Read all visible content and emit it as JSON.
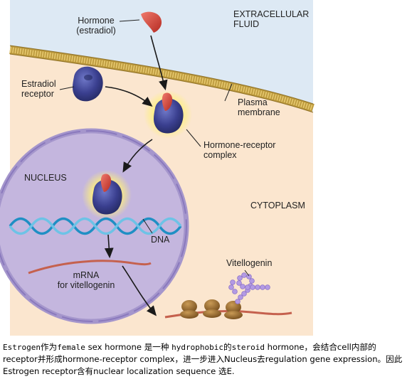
{
  "labels": {
    "hormone_line1": "Hormone",
    "hormone_line2": "(estradiol)",
    "extracellular_line1": "EXTRACELLULAR",
    "extracellular_line2": "FLUID",
    "estradiol_receptor_line1": "Estradiol",
    "estradiol_receptor_line2": "receptor",
    "plasma_membrane_line1": "Plasma",
    "plasma_membrane_line2": "membrane",
    "complex_line1": "Hormone-receptor",
    "complex_line2": "complex",
    "nucleus": "NUCLEUS",
    "cytoplasm": "CYTOPLASM",
    "dna": "DNA",
    "vitellogenin": "Vitellogenin",
    "mrna_line1": "mRNA",
    "mrna_line2": "for vitellogenin"
  },
  "caption": {
    "p1": "Estrogen",
    "p2": "作为",
    "p3": "female",
    "p4": " sex hormone 是一种 ",
    "p5": "hydrophobic",
    "p6": "的",
    "p7": "steroid",
    "p8": " hormone，会结合cell内部的receptor并形成hormone-receptor complex，进一步进入Nucleus去regulation gene expression。因此Estrogen receptor含有nuclear localization sequence 选E."
  },
  "colors": {
    "extracellular": "#dde9f4",
    "cytoplasm": "#fbe6cf",
    "membrane": "#c9a94a",
    "nucleus_fill": "#c4b6de",
    "nucleus_border": "#9c8cc8",
    "receptor": "#3a3f8f",
    "hormone": "#d8463b",
    "glow": "#fff47a",
    "dna": "#2b9ccd",
    "mrna": "#c5614e",
    "ribosome": "#8e6528",
    "protein": "#b39ae4"
  }
}
